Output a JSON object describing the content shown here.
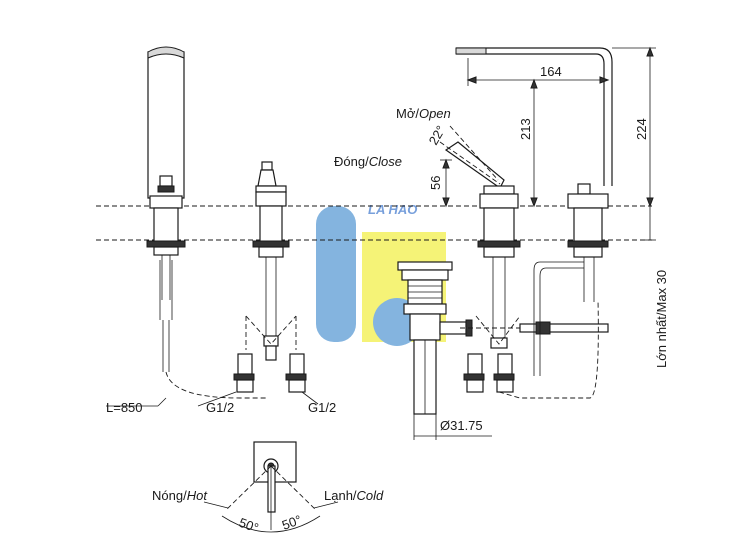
{
  "colors": {
    "line": "#1a1a1a",
    "watermark_blue": "#5b9bd5",
    "watermark_yellow": "#f2ef4a",
    "watermark_text": "#4a7fd0"
  },
  "watermark": {
    "text": "LA HAO"
  },
  "dimensions": {
    "d164": "164",
    "d213": "213",
    "d224": "224",
    "d56": "56",
    "d22": "22°",
    "dmax": "Lớn nhất/Max 30",
    "hose_length": "L=850",
    "g1": "G1/2",
    "g2": "G1/2",
    "drain": "Ø31.75",
    "a50_left": "50°",
    "a50_right": "50°"
  },
  "labels": {
    "open_prefix": "Mở/",
    "open": "Open",
    "close_prefix": "Đóng/",
    "close": "Close",
    "hot_prefix": "Nóng/",
    "hot": "Hot",
    "cold_prefix": "Lạnh/",
    "cold": "Cold"
  }
}
